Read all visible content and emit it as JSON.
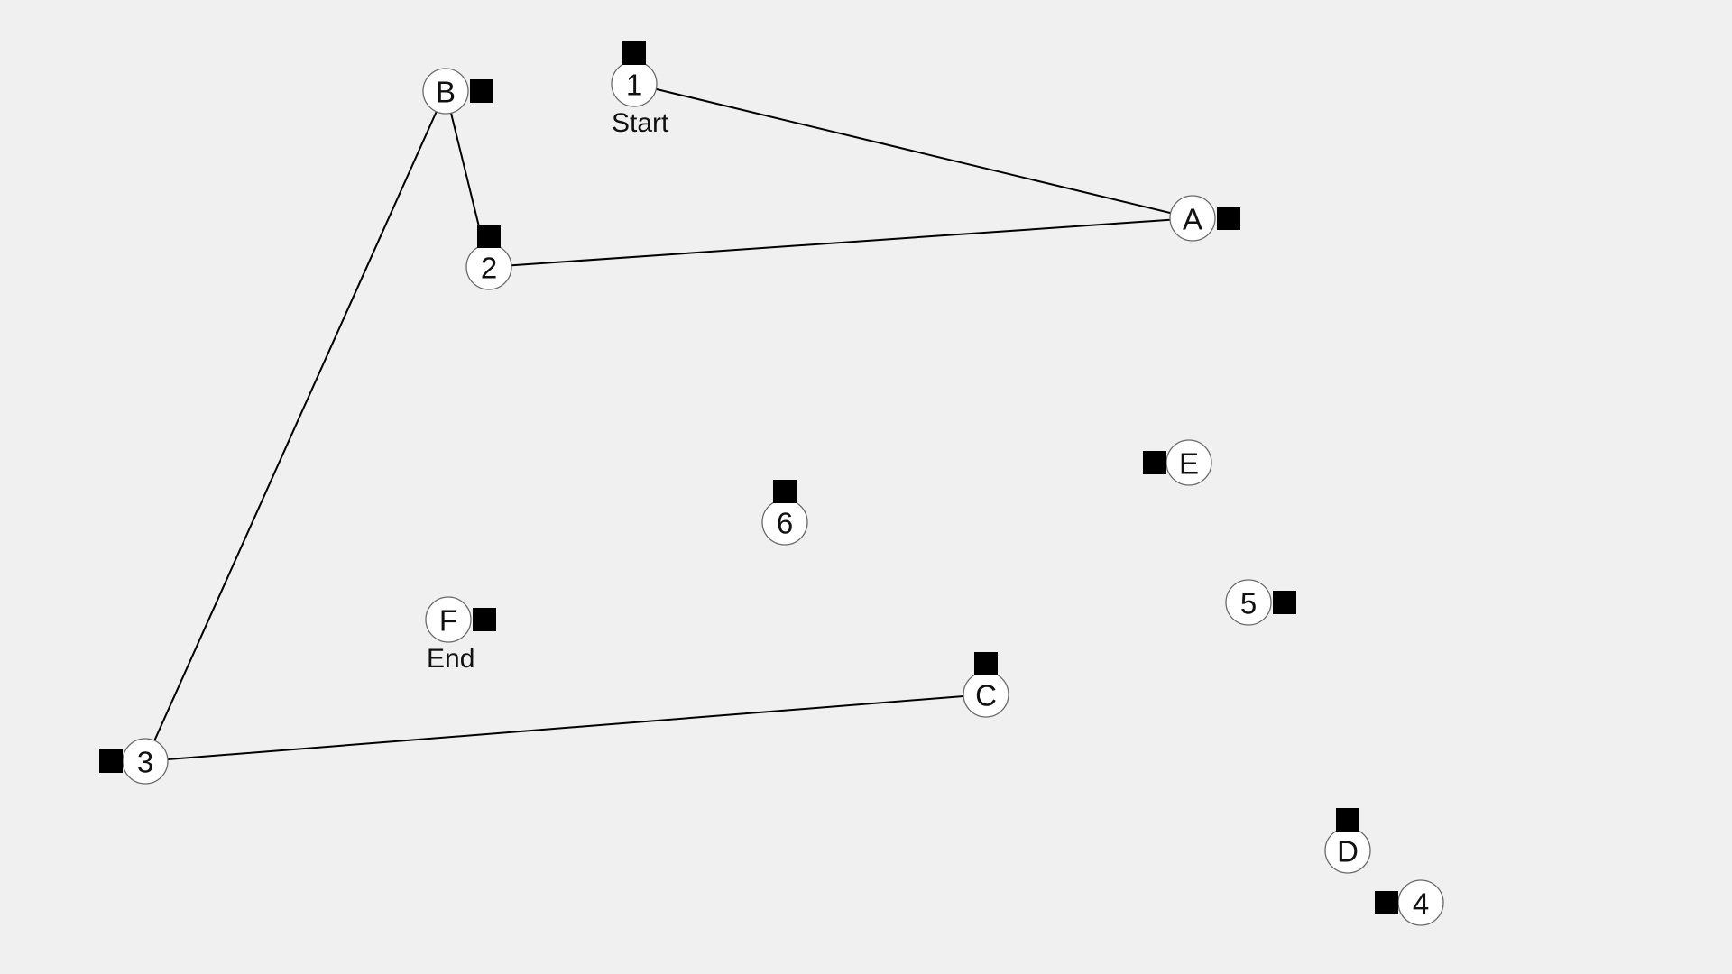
{
  "app": {
    "title": ""
  },
  "colors": {
    "background": "#f0f0f0",
    "node_fill": "#ffffff",
    "node_stroke": "#6a6a6a",
    "line": "#000000",
    "handle": "#000000"
  },
  "nodes": [
    {
      "id": "1",
      "label": "1",
      "handle": "top"
    },
    {
      "id": "2",
      "label": "2",
      "handle": "top"
    },
    {
      "id": "3",
      "label": "3",
      "handle": "left"
    },
    {
      "id": "4",
      "label": "4",
      "handle": "left"
    },
    {
      "id": "5",
      "label": "5",
      "handle": "right"
    },
    {
      "id": "6",
      "label": "6",
      "handle": "top"
    },
    {
      "id": "A",
      "label": "A",
      "handle": "right"
    },
    {
      "id": "B",
      "label": "B",
      "handle": "right"
    },
    {
      "id": "C",
      "label": "C",
      "handle": "top"
    },
    {
      "id": "D",
      "label": "D",
      "handle": "top"
    },
    {
      "id": "E",
      "label": "E",
      "handle": "left"
    },
    {
      "id": "F",
      "label": "F",
      "handle": "right"
    }
  ],
  "connections": [
    [
      "1",
      "A"
    ],
    [
      "A",
      "2"
    ],
    [
      "2",
      "B"
    ],
    [
      "B",
      "3"
    ],
    [
      "3",
      "C"
    ]
  ],
  "markers": {
    "start": {
      "label": "Start",
      "node": "1"
    },
    "end": {
      "label": "End",
      "node": "F"
    }
  }
}
